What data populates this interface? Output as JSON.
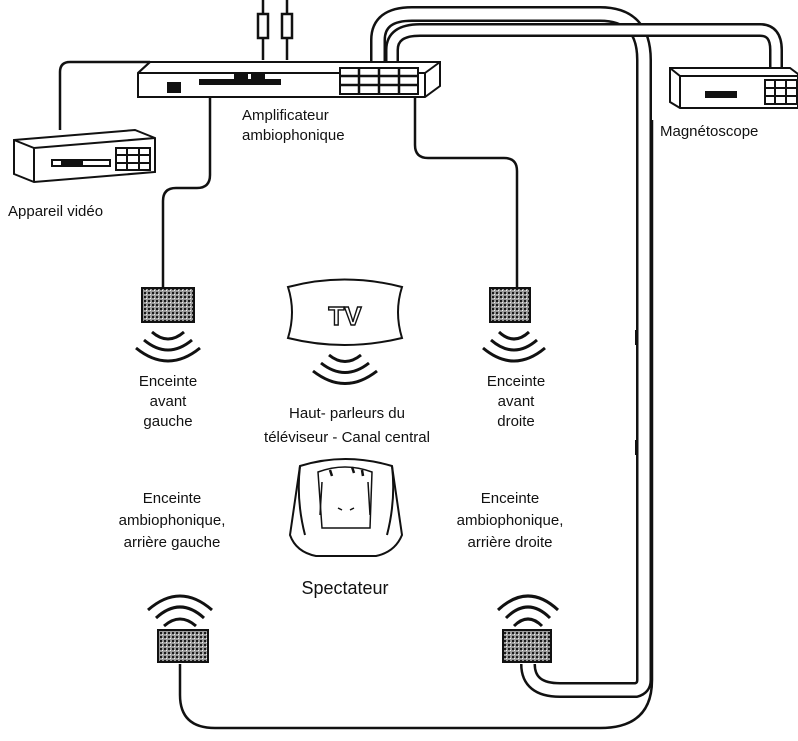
{
  "labels": {
    "amplifier": [
      "Amplificateur",
      "ambiophonique"
    ],
    "video_device": "Appareil vidéo",
    "vcr": "Magnétoscope",
    "front_left": [
      "Enceinte",
      "avant",
      "gauche"
    ],
    "front_right": [
      "Enceinte",
      "avant",
      "droite"
    ],
    "tv_speakers": [
      "Haut- parleurs du",
      "téléviseur - Canal central"
    ],
    "rear_left": [
      "Enceinte",
      "ambiophonique,",
      "arrière gauche"
    ],
    "rear_right": [
      "Enceinte",
      "ambiophonique,",
      "arrière droite"
    ],
    "viewer": "Spectateur",
    "tv_screen": "TV"
  }
}
